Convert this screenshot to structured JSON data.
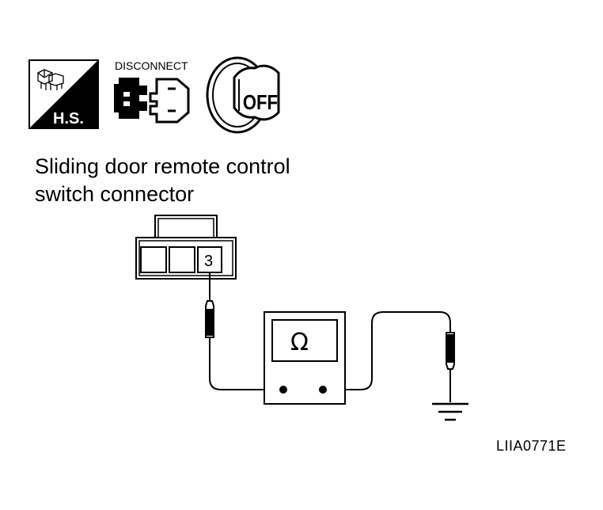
{
  "icons": {
    "harness_label": "H.S.",
    "disconnect_label": "DISCONNECT",
    "ignition_label": "OFF"
  },
  "caption": {
    "line1": "Sliding door remote control",
    "line2": "switch connector"
  },
  "connector": {
    "terminal": "3"
  },
  "meter": {
    "symbol": "Ω"
  },
  "figure_code": "LIIA0771E"
}
